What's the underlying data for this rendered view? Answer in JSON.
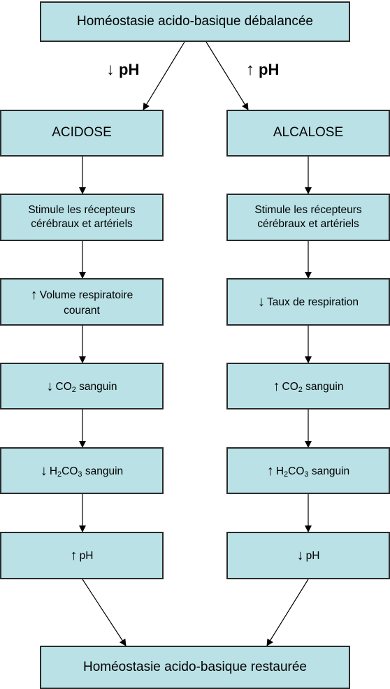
{
  "top": {
    "label": "Homéostasie acido-basique débalancée"
  },
  "bottom": {
    "label": "Homéostasie acido-basique restaurée"
  },
  "branch_labels": {
    "left": {
      "arrow": "↓",
      "text": "pH"
    },
    "right": {
      "arrow": "↑",
      "text": "pH"
    }
  },
  "left": {
    "title": "ACIDOSE",
    "stimulate": "Stimule les récepteurs cérébraux et artériels",
    "resp": {
      "arrow": "↑",
      "text": "Volume respiratoire courant"
    },
    "co2": {
      "arrow": "↓",
      "pre": "CO",
      "sub": "2",
      "post": " sanguin"
    },
    "h2co3": {
      "arrow": "↓",
      "a": "H",
      "s1": "2",
      "b": "CO",
      "s2": "3",
      "post": " sanguin"
    },
    "ph": {
      "arrow": "↑",
      "text": "pH"
    }
  },
  "right": {
    "title": "ALCALOSE",
    "stimulate": "Stimule les récepteurs cérébraux et artériels",
    "resp": {
      "arrow": "↓",
      "text": "Taux de respiration"
    },
    "co2": {
      "arrow": "↑",
      "pre": "CO",
      "sub": "2",
      "post": " sanguin"
    },
    "h2co3": {
      "arrow": "↑",
      "a": "H",
      "s1": "2",
      "b": "CO",
      "s2": "3",
      "post": " sanguin"
    },
    "ph": {
      "arrow": "↓",
      "text": "pH"
    }
  }
}
